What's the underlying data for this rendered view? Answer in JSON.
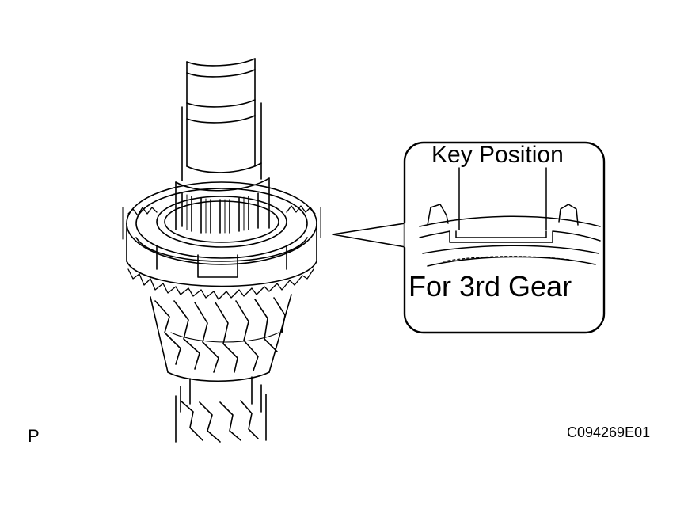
{
  "callout": {
    "title": "Key Position",
    "caption": "For 3rd Gear"
  },
  "page_marker": "P",
  "figure_code": "C094269E01"
}
